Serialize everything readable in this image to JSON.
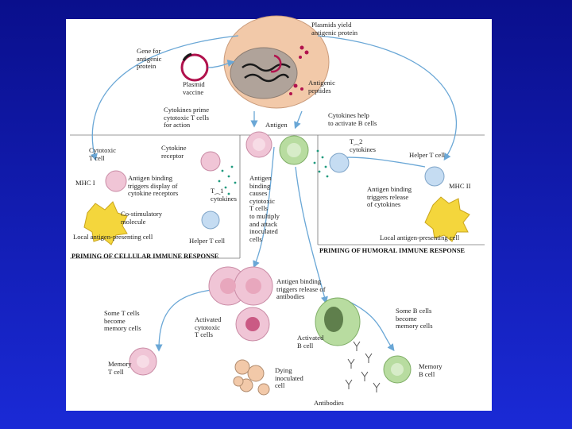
{
  "diagram": {
    "labels": {
      "plasmids_yield": "Plasmids yield\nantigenic protein",
      "gene_for_protein": "Gene for\nantigenic\nprotein",
      "plasmid_vaccine": "Plasmid\nvaccine",
      "antigenic_peptides": "Antigenic\npeptides",
      "cytokines_prime": "Cytokines prime\ncytotoxic T cells\nfor action",
      "antigen": "Antigen",
      "cytokines_help": "Cytokines help\nto activate B cells",
      "cytotoxic_t_cell": "Cytotoxic\nT cell",
      "cytokine_receptor": "Cytokine\nreceptor",
      "th2_cytokines": "T⁔2\ncytokines",
      "helper_t_cell_right": "Helper T cell",
      "mhc_i": "MHC I",
      "antigen_binding_display": "Antigen binding\ntriggers display of\ncytokine receptors",
      "th1_cytokines": "T⁔1\ncytokines",
      "antigen_binding_multiply": "Antigen\nbinding\ncauses\ncytotoxic\nT cells\nto multiply\nand attack\ninoculated\ncells",
      "antigen_binding_release_cytokines": "Antigen binding\ntriggers release\nof cytokines",
      "mhc_ii": "MHC II",
      "costimulatory": "Co-stimulatory\nmolecule",
      "local_apc_left": "Local antigen-presenting cell",
      "helper_t_cell_left": "Helper T cell",
      "local_apc_right": "Local antigen-presenting cell",
      "antigen_binding_antibodies": "Antigen binding\ntriggers release of\nantibodies",
      "some_t_cells_memory": "Some T cells\nbecome\nmemory cells",
      "activated_cytotoxic": "Activated\ncytotoxic\nT cells",
      "activated_b_cell": "Activated\nB cell",
      "some_b_cells_memory": "Some B cells\nbecome\nmemory cells",
      "memory_t_cell": "Memory\nT cell",
      "dying_cell": "Dying\ninoculated\ncell",
      "memory_b_cell": "Memory\nB cell",
      "antibodies": "Antibodies"
    },
    "captions": {
      "cellular": "PRIMING OF CELLULAR IMMUNE RESPONSE",
      "humoral": "PRIMING OF HUMORAL IMMUNE RESPONSE"
    }
  },
  "colors": {
    "background": "#1a2ad6",
    "panel": "#ffffff",
    "nucleus": "#b0a39a",
    "cytoplasm": "#f2c9a9",
    "t_cell": "#f0c5d6",
    "b_cell": "#b8dca0",
    "helper_t": "#c5dcf2",
    "apc": "#f4d63c",
    "plasmid": "#b1124d",
    "arrow": "#6aa7d6",
    "cytokine_dots": "#1f9a7e"
  }
}
